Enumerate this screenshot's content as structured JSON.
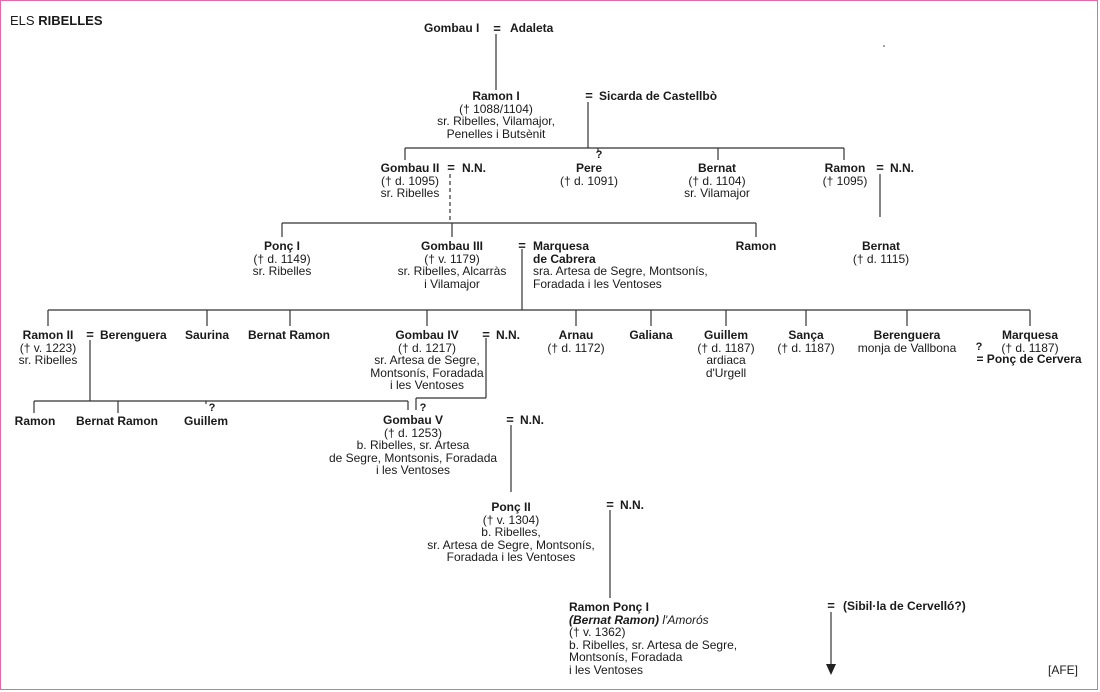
{
  "title": {
    "prefix": "ELS",
    "family": "RIBELLES"
  },
  "source": "[AFE]",
  "people": {
    "gombau1": {
      "name": "Gombau I"
    },
    "adaleta": {
      "name": "Adaleta"
    },
    "ramon1": {
      "name": "Ramon I",
      "details": [
        "(† 1088/1104)",
        "sr. Ribelles, Vilamajor,",
        "Penelles i Butsènit"
      ]
    },
    "sicarda": {
      "name": "Sicarda de Castellbò"
    },
    "gombau2": {
      "name": "Gombau II",
      "details": [
        "(† d. 1095)",
        "sr. Ribelles"
      ]
    },
    "nn1": {
      "name": "N.N."
    },
    "pere": {
      "name": "Pere",
      "details": [
        "(† d. 1091)"
      ]
    },
    "bernat1": {
      "name": "Bernat",
      "details": [
        "(† d. 1104)",
        "sr. Vilamajor"
      ]
    },
    "ramon_a": {
      "name": "Ramon",
      "details": [
        "(† 1095)"
      ]
    },
    "nn2": {
      "name": "N.N."
    },
    "bernat2": {
      "name": "Bernat",
      "details": [
        "(† d. 1115)"
      ]
    },
    "ponc1": {
      "name": "Ponç I",
      "details": [
        "(† d. 1149)",
        "sr. Ribelles"
      ]
    },
    "gombau3": {
      "name": "Gombau III",
      "details": [
        "(† v. 1179)",
        "sr. Ribelles, Alcarràs",
        "i Vilamajor"
      ]
    },
    "marquesa1": {
      "name_lines": [
        "Marquesa",
        "de Cabrera"
      ],
      "details": [
        "sra. Artesa de Segre, Montsonís,",
        "Foradada i les Ventoses"
      ]
    },
    "ramon_b": {
      "name": "Ramon"
    },
    "ramon2": {
      "name": "Ramon II",
      "details": [
        "(† v. 1223)",
        "sr. Ribelles"
      ]
    },
    "berenguera1": {
      "name": "Berenguera"
    },
    "saurina": {
      "name": "Saurina"
    },
    "bernatramon1": {
      "name": "Bernat Ramon"
    },
    "gombau4": {
      "name": "Gombau IV",
      "details": [
        "(† d. 1217)",
        "sr. Artesa de Segre,",
        "Montsonís, Foradada",
        "i les Ventoses"
      ]
    },
    "nn3": {
      "name": "N.N."
    },
    "arnau": {
      "name": "Arnau",
      "details": [
        "(† d. 1172)"
      ]
    },
    "galiana": {
      "name": "Galiana"
    },
    "guillem1": {
      "name": "Guillem",
      "details": [
        "(† d. 1187)",
        "ardiaca",
        "d'Urgell"
      ]
    },
    "sanca": {
      "name": "Sança",
      "details": [
        "(† d. 1187)"
      ]
    },
    "berenguera2": {
      "name": "Berenguera",
      "details": [
        "monja de Vallbona"
      ]
    },
    "marquesa2": {
      "name": "Marquesa",
      "details": [
        "(† d. 1187)"
      ],
      "spouse": "= Ponç de Cervera"
    },
    "ramon_c": {
      "name": "Ramon"
    },
    "bernatramon2": {
      "name": "Bernat Ramon"
    },
    "guillem2": {
      "name": "Guillem"
    },
    "gombau5": {
      "name": "Gombau V",
      "details": [
        "(† d. 1253)",
        "b. Ribelles, sr. Artesa",
        "de Segre, Montsonis, Foradada",
        "i les Ventoses"
      ]
    },
    "nn4": {
      "name": "N.N."
    },
    "ponc2": {
      "name": "Ponç II",
      "details": [
        "(† v. 1304)",
        "b. Ribelles,",
        "sr. Artesa de Segre, Montsonís,",
        "Foradada i les Ventoses"
      ]
    },
    "nn5": {
      "name": "N.N."
    },
    "ramonponc1": {
      "name": "Ramon Ponç I",
      "alias": "(Bernat Ramon)",
      "nickname": "l'Amorós",
      "details": [
        "(† v. 1362)",
        "b. Ribelles, sr. Artesa de Segre,",
        "Montsonís, Foradada",
        "i les Ventoses"
      ]
    },
    "sibilla": {
      "name": "(Sibil·la de Cervelló?)"
    }
  },
  "marks": {
    "marriage": "=",
    "uncertain": "?"
  }
}
